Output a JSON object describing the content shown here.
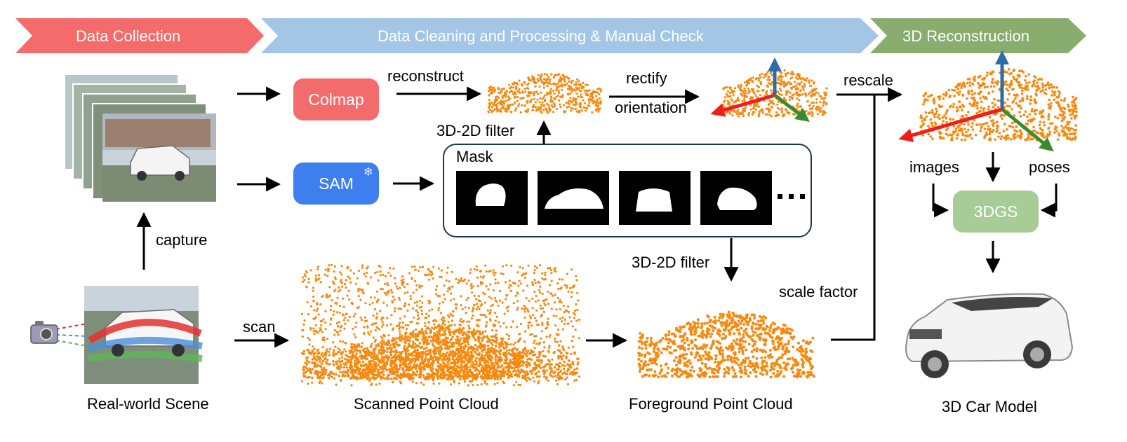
{
  "stages": [
    {
      "label": "Data Collection",
      "color": "#f46b6b"
    },
    {
      "label": "Data Cleaning and Processing  & Manual Check",
      "color": "#a4c6e6"
    },
    {
      "label": "3D Reconstruction",
      "color": "#88ad6e"
    }
  ],
  "modules": {
    "colmap": {
      "label": "Colmap",
      "color": "#f46b6b"
    },
    "sam": {
      "label": "SAM",
      "color": "#3e7ff0",
      "icon": "snowflake-icon"
    },
    "mask": {
      "label": "Mask"
    },
    "gs": {
      "label": "3DGS",
      "color": "#a7cc96"
    }
  },
  "edge_labels": {
    "reconstruct": "reconstruct",
    "rectify": "rectify",
    "orientation": "orientation",
    "filter_top": "3D-2D filter",
    "filter_bottom": "3D-2D filter",
    "capture": "capture",
    "scan": "scan",
    "rescale": "rescale",
    "scale_factor": "scale factor",
    "images": "images",
    "poses": "poses"
  },
  "captions": {
    "real_world": "Real-world Scene",
    "scanned": "Scanned Point Cloud",
    "foreground": "Foreground Point Cloud",
    "car_model": "3D Car Model"
  },
  "colors": {
    "point_cloud": "#f7890f",
    "axis_x": "#f01d1d",
    "axis_y": "#2d6bab",
    "axis_z": "#3b8a2c"
  }
}
